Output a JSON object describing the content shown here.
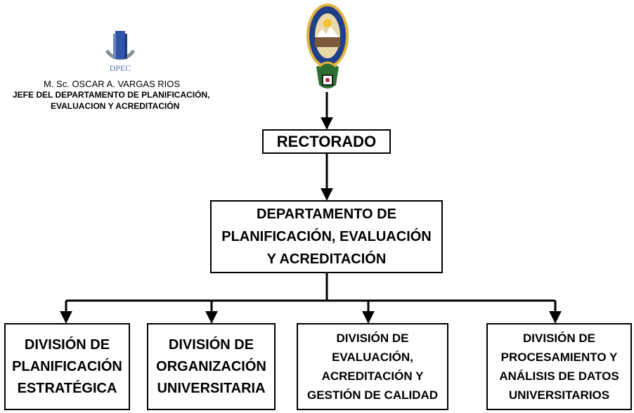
{
  "header": {
    "logo_caption": "DPEC",
    "person_name": "M. Sc. OSCAR A. VARGAS RIOS",
    "role_line1": "JEFE DEL DEPARTAMENTO DE PLANIFICACIÓN,",
    "role_line2": "EVALUACION Y ACREDITACIÓN"
  },
  "seal": {
    "icon": "university-seal-icon",
    "colors": {
      "blue": "#1f3e8c",
      "gold": "#e2b23a",
      "green": "#2c6e2f",
      "red": "#b3282d"
    }
  },
  "org": {
    "top": {
      "label": "RECTORADO"
    },
    "department": {
      "label": "DEPARTAMENTO DE PLANIFICACIÓN, EVALUACIÓN Y ACREDITACIÓN"
    },
    "divisions": [
      {
        "label": "DIVISIÓN DE PLANIFICACIÓN ESTRATÉGICA"
      },
      {
        "label": "DIVISIÓN DE ORGANIZACIÓN UNIVERSITARIA"
      },
      {
        "label": "DIVISIÓN DE EVALUACIÓN, ACREDITACIÓN Y GESTIÓN DE CALIDAD"
      },
      {
        "label": "DIVISIÓN DE PROCESAMIENTO Y ANÁLISIS DE DATOS UNIVERSITARIOS"
      }
    ]
  }
}
